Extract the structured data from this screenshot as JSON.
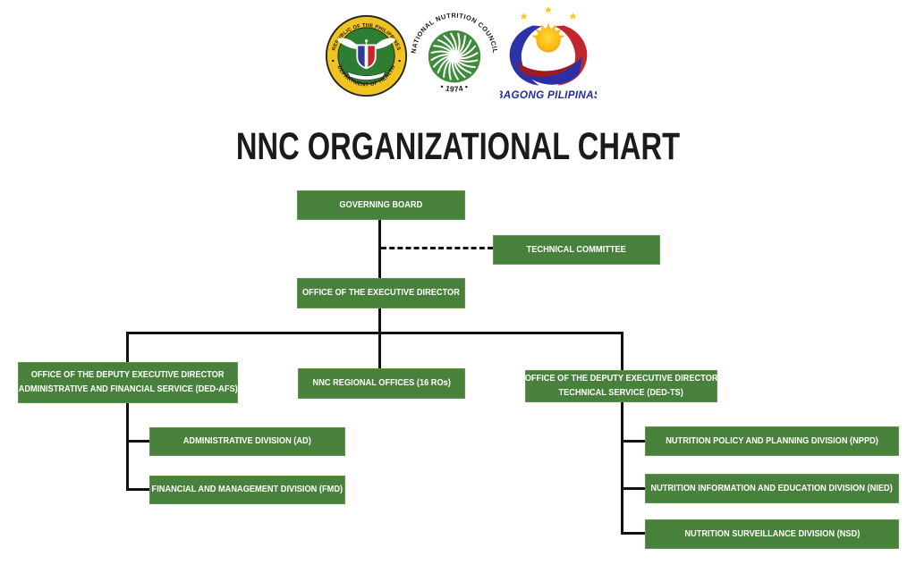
{
  "page": {
    "title": "NNC ORGANIZATIONAL CHART"
  },
  "colors": {
    "box_green": "#48813b",
    "box_green_border": "#5d9549",
    "connector_black": "#111111",
    "title_black": "#1b1b1b",
    "doh_gold": "#f0c420",
    "doh_green": "#2e7d32",
    "nnc_green": "#3f8b3c",
    "bp_blue": "#2b33a8",
    "bp_red": "#c1272d",
    "bp_yellow": "#ffc71c",
    "bp_text_blue": "#1f2d9e"
  },
  "logos": {
    "doh": {
      "arc_top": "REPUBLIC OF THE PHILIPPINES",
      "arc_bottom": "DEPARTMENT OF HEALTH"
    },
    "nnc": {
      "arc_text": "NATIONAL NUTRITION COUNCIL",
      "year": "• 1974 •"
    },
    "bagong_pilipinas": {
      "label": "BAGONG PILIPINAS"
    }
  },
  "org_chart": {
    "nodes": {
      "governing_board": {
        "label": "GOVERNING BOARD",
        "parent": null
      },
      "technical_committee": {
        "label": "TECHNICAL COMMITTEE",
        "parent": "governing_board",
        "connector": "dashed"
      },
      "executive_director": {
        "label": "OFFICE OF THE EXECUTIVE DIRECTOR",
        "parent": "governing_board"
      },
      "ded_afs": {
        "line1": "OFFICE OF THE DEPUTY EXECUTIVE DIRECTOR",
        "line2": "ADMINISTRATIVE AND FINANCIAL SERVICE (DED-AFS)",
        "parent": "executive_director"
      },
      "regional_offices": {
        "label": "NNC REGIONAL OFFICES (16 ROs)",
        "parent": "executive_director"
      },
      "ded_ts": {
        "line1": "OFFICE OF THE DEPUTY EXECUTIVE DIRECTOR",
        "line2": "TECHNICAL SERVICE (DED-TS)",
        "parent": "executive_director"
      },
      "administrative_division": {
        "label": "ADMINISTRATIVE DIVISION (AD)",
        "parent": "ded_afs"
      },
      "financial_management_division": {
        "label": "FINANCIAL AND MANAGEMENT DIVISION (FMD)",
        "parent": "ded_afs"
      },
      "nutrition_policy_planning_division": {
        "label": "NUTRITION POLICY AND PLANNING DIVISION (NPPD)",
        "parent": "ded_ts"
      },
      "nutrition_information_education_division": {
        "label": "NUTRITION INFORMATION AND EDUCATION DIVISION (NIED)",
        "parent": "ded_ts"
      },
      "nutrition_surveillance_division": {
        "label": "NUTRITION SURVEILLANCE DIVISION (NSD)",
        "parent": "ded_ts"
      }
    }
  }
}
